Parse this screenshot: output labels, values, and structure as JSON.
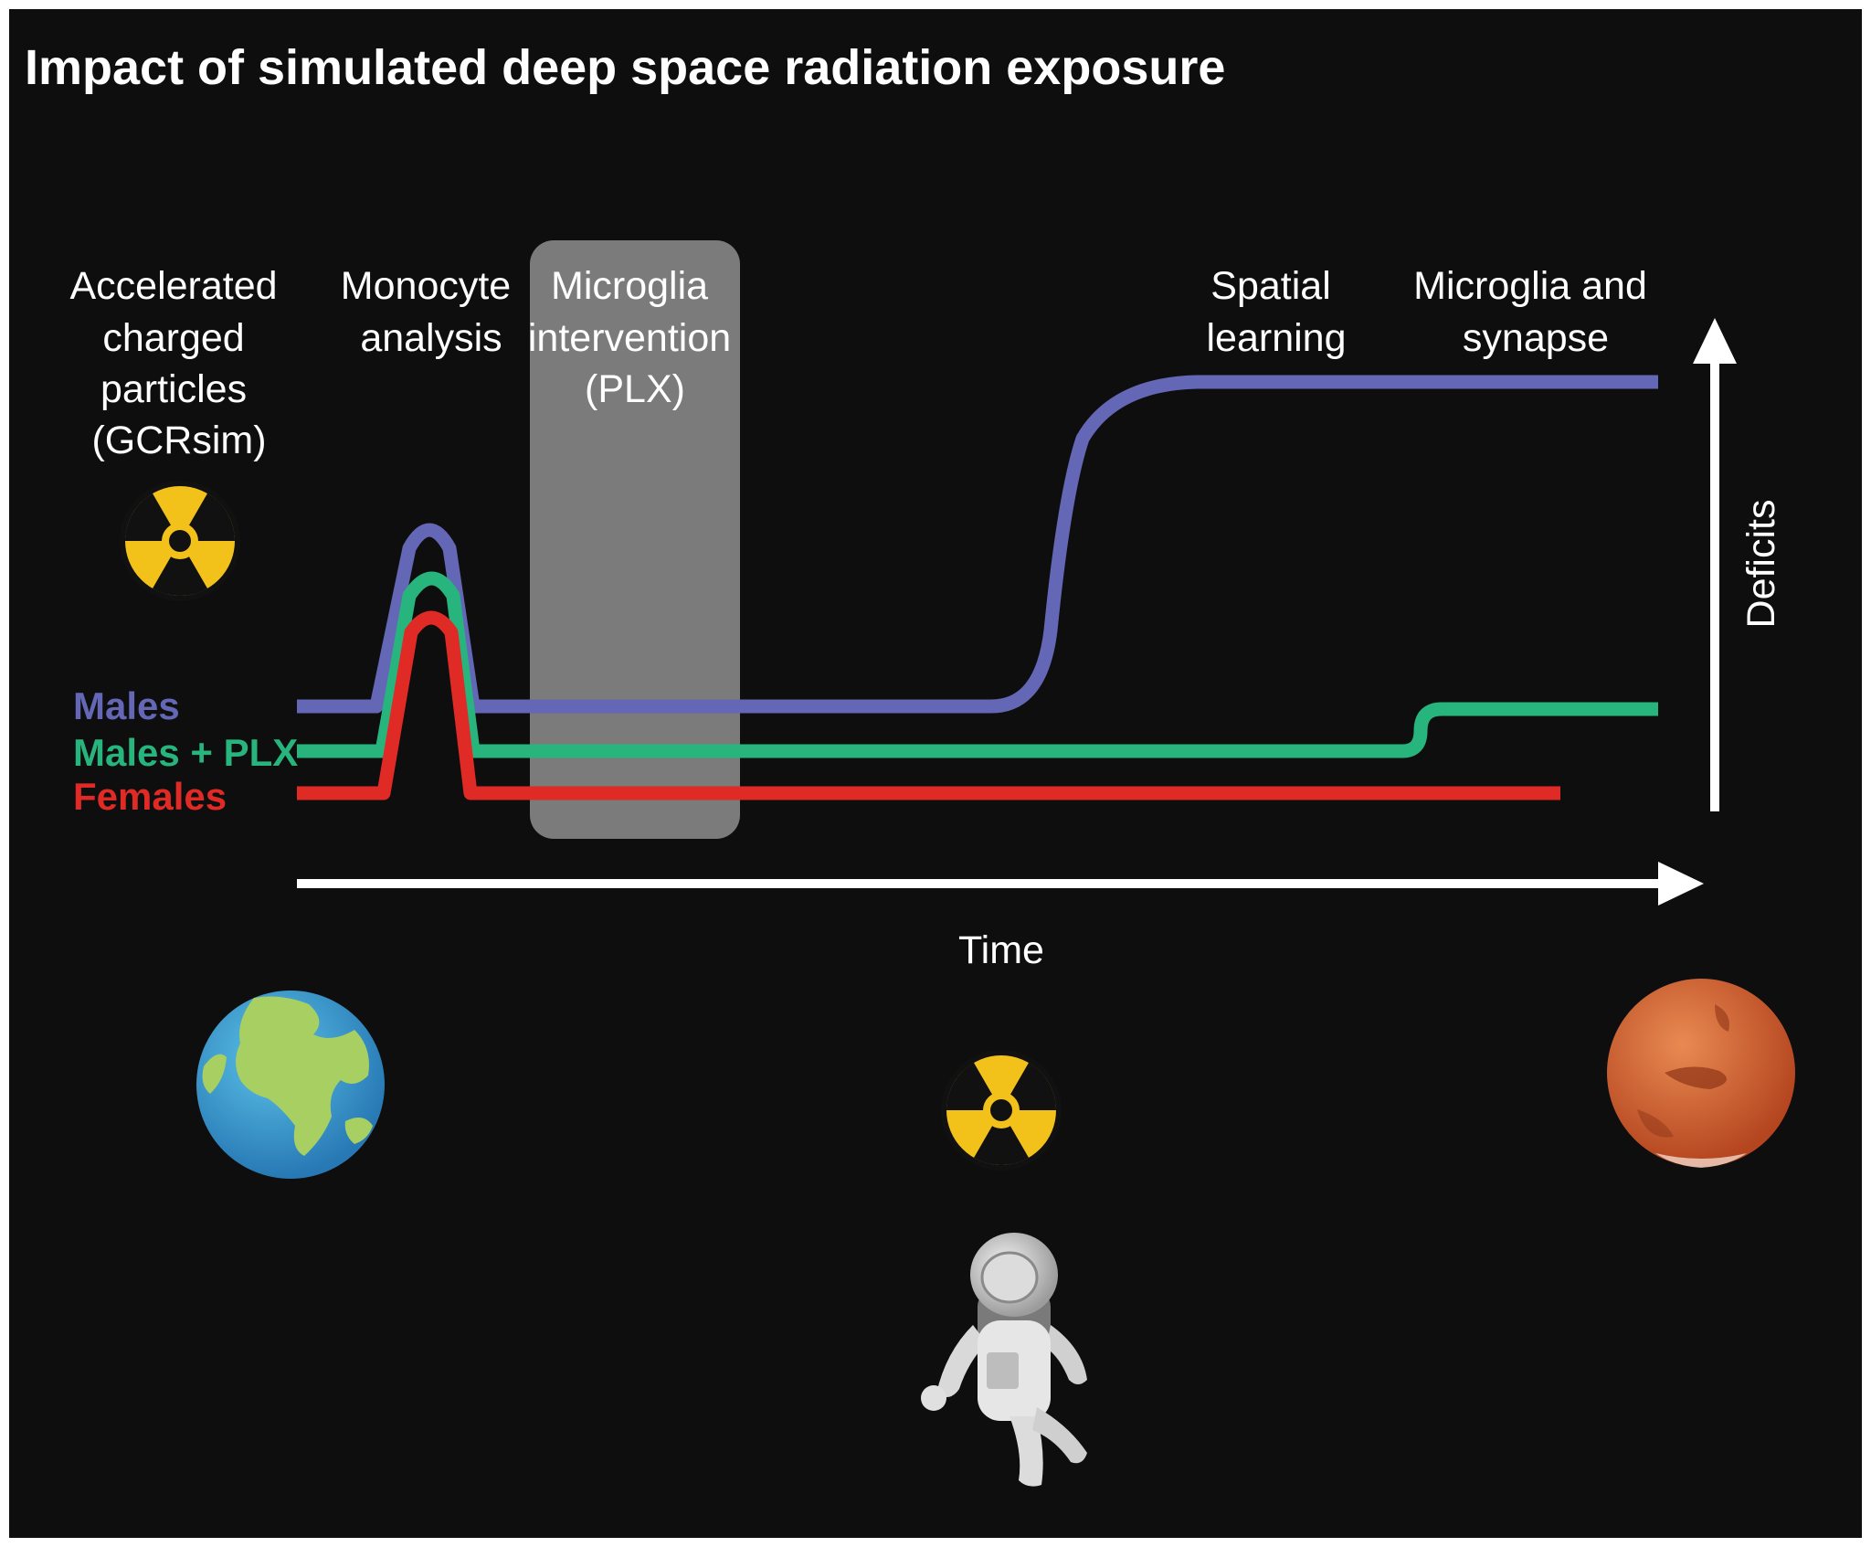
{
  "title": "Impact of simulated deep space radiation exposure",
  "stage_labels": {
    "gcrsim": [
      "Accelerated",
      "charged",
      "particles",
      "(GCRsim)"
    ],
    "monocyte": [
      "Monocyte",
      "analysis"
    ],
    "microglia_intervention": [
      "Microglia",
      "intervention",
      "(PLX)"
    ],
    "spatial": [
      "Spatial",
      "learning"
    ],
    "synapse": [
      "Microglia and",
      "synapse"
    ]
  },
  "legend": {
    "males": "Males",
    "males_plx": "Males + PLX",
    "females": "Females"
  },
  "axes": {
    "x_label": "Time",
    "y_label": "Deficits"
  },
  "colors": {
    "background": "#0e0e0e",
    "males": "#6467b5",
    "males_plx": "#27b57d",
    "females": "#e02a25",
    "intervention_box": "#7b7b7b",
    "radiation_yellow": "#f2c21b"
  },
  "icons": [
    "radiation-icon",
    "earth-icon",
    "mars-icon",
    "astronaut-icon"
  ]
}
